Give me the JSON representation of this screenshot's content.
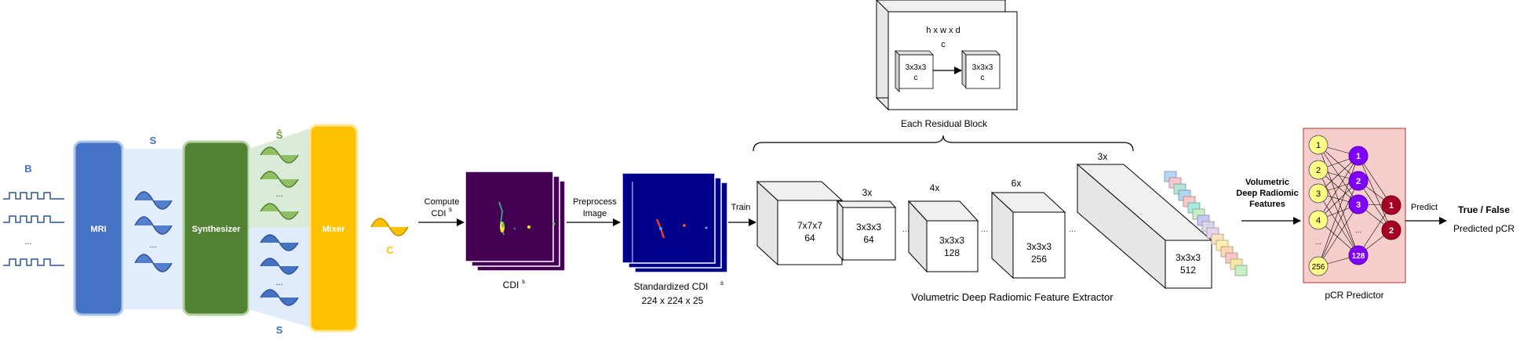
{
  "pipeline": {
    "b_label": "B",
    "mri_label": "MRI",
    "s_label": "S",
    "synth_label": "Synthesizer",
    "shat_label": "Ŝ",
    "s_bottom_label": "S",
    "mixer_label": "Mixer",
    "c_label": "C",
    "dots": "...",
    "compute_l1": "Compute",
    "compute_l2": "CDI",
    "compute_sup": "s",
    "cdi_label": "CDI",
    "cdi_sup": "s",
    "preprocess_l1": "Preprocess",
    "preprocess_l2": "Image",
    "std_label": "Standardized CDI",
    "std_sup": "s",
    "std_dims": "224 x 224 x 25",
    "train_label": "Train"
  },
  "residual_block": {
    "dims": "h x w x d",
    "c": "c",
    "box1_l1": "3x3x3",
    "box1_l2": "c",
    "box2_l1": "3x3x3",
    "box2_l2": "c",
    "caption": "Each Residual Block"
  },
  "extractor": {
    "b1_l1": "7x7x7",
    "b1_l2": "64",
    "rep2": "3x",
    "b2_l1": "3x3x3",
    "b2_l2": "64",
    "rep3": "4x",
    "b3_l1": "3x3x3",
    "b3_l2": "128",
    "rep4": "6x",
    "b4_l1": "3x3x3",
    "b4_l2": "256",
    "rep5": "3x",
    "b5_l1": "3x3x3",
    "b5_l2": "512",
    "ellipsis": "...",
    "caption": "Volumetric Deep Radiomic Feature Extractor"
  },
  "features": {
    "l1": "Volumetric",
    "l2": "Deep Radiomic",
    "l3": "Features"
  },
  "predictor": {
    "in1": "1",
    "in2": "2",
    "in3": "3",
    "in4": "4",
    "in_dots": "...",
    "in_last": "256",
    "h1": "1",
    "h2": "2",
    "h3": "3",
    "h_dots": "...",
    "h_last": "128",
    "o1": "1",
    "o2": "2",
    "caption": "pCR Predictor",
    "predict_label": "Predict",
    "out_l1": "True / False",
    "out_l2": "Predicted pCR"
  },
  "colors": {
    "mri": "#4472c4",
    "synthesizer": "#548235",
    "mixer": "#ffc000",
    "input_node": "#ffff88",
    "hidden_node": "#7f00ff",
    "output_node": "#a50021",
    "predictor_bg": "#f8cecc",
    "cdi_bg": "#440154",
    "std_bg": "#00008b"
  }
}
